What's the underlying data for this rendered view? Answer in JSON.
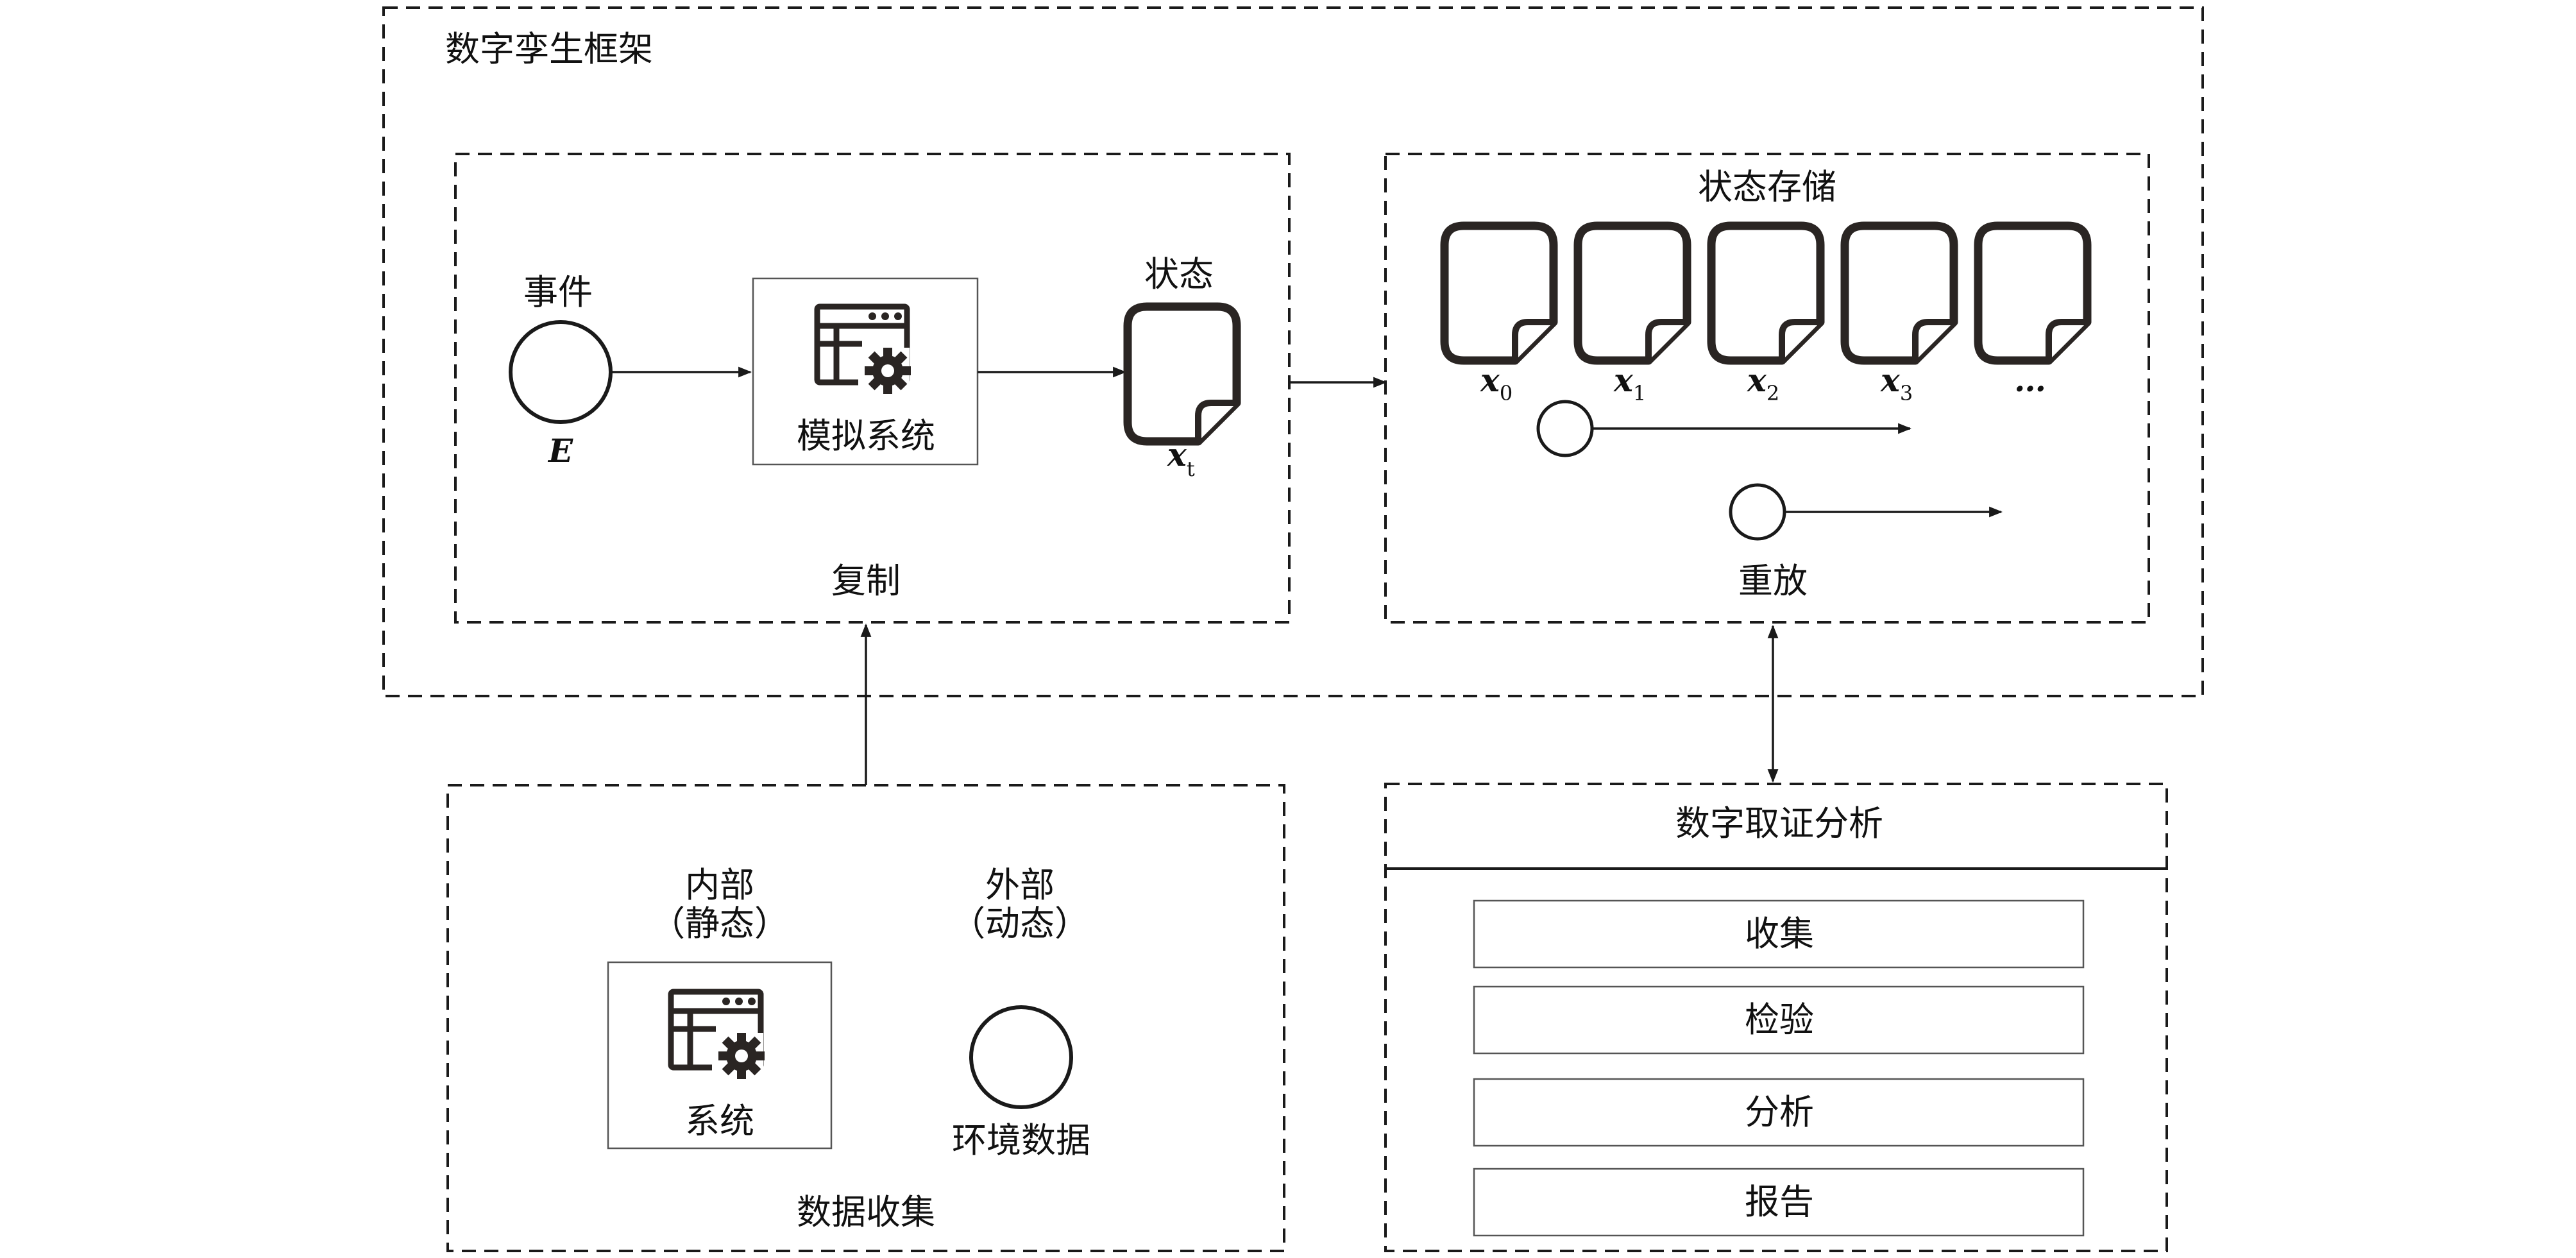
{
  "frame": {
    "title": "数字孪生框架"
  },
  "replicate": {
    "title": "复制",
    "event_label": "事件",
    "event_symbol": "E",
    "sim_label": "模拟系统",
    "state_label": "状态",
    "state_var": "x",
    "state_sub": "t"
  },
  "storage": {
    "title": "状态存储",
    "docs": [
      {
        "var": "x",
        "sub": "0"
      },
      {
        "var": "x",
        "sub": "1"
      },
      {
        "var": "x",
        "sub": "2"
      },
      {
        "var": "x",
        "sub": "3"
      },
      {
        "var": "…",
        "sub": ""
      }
    ],
    "replay_label": "重放"
  },
  "collection": {
    "title": "数据收集",
    "internal_line1": "内部",
    "internal_line2": "（静态）",
    "external_line1": "外部",
    "external_line2": "（动态）",
    "system_label": "系统",
    "env_label": "环境数据"
  },
  "forensics": {
    "title": "数字取证分析",
    "items": [
      "收集",
      "检验",
      "分析",
      "报告"
    ]
  },
  "colors": {
    "stroke": "#1a1a1a",
    "icon": "#2a2523",
    "background": "#ffffff"
  }
}
